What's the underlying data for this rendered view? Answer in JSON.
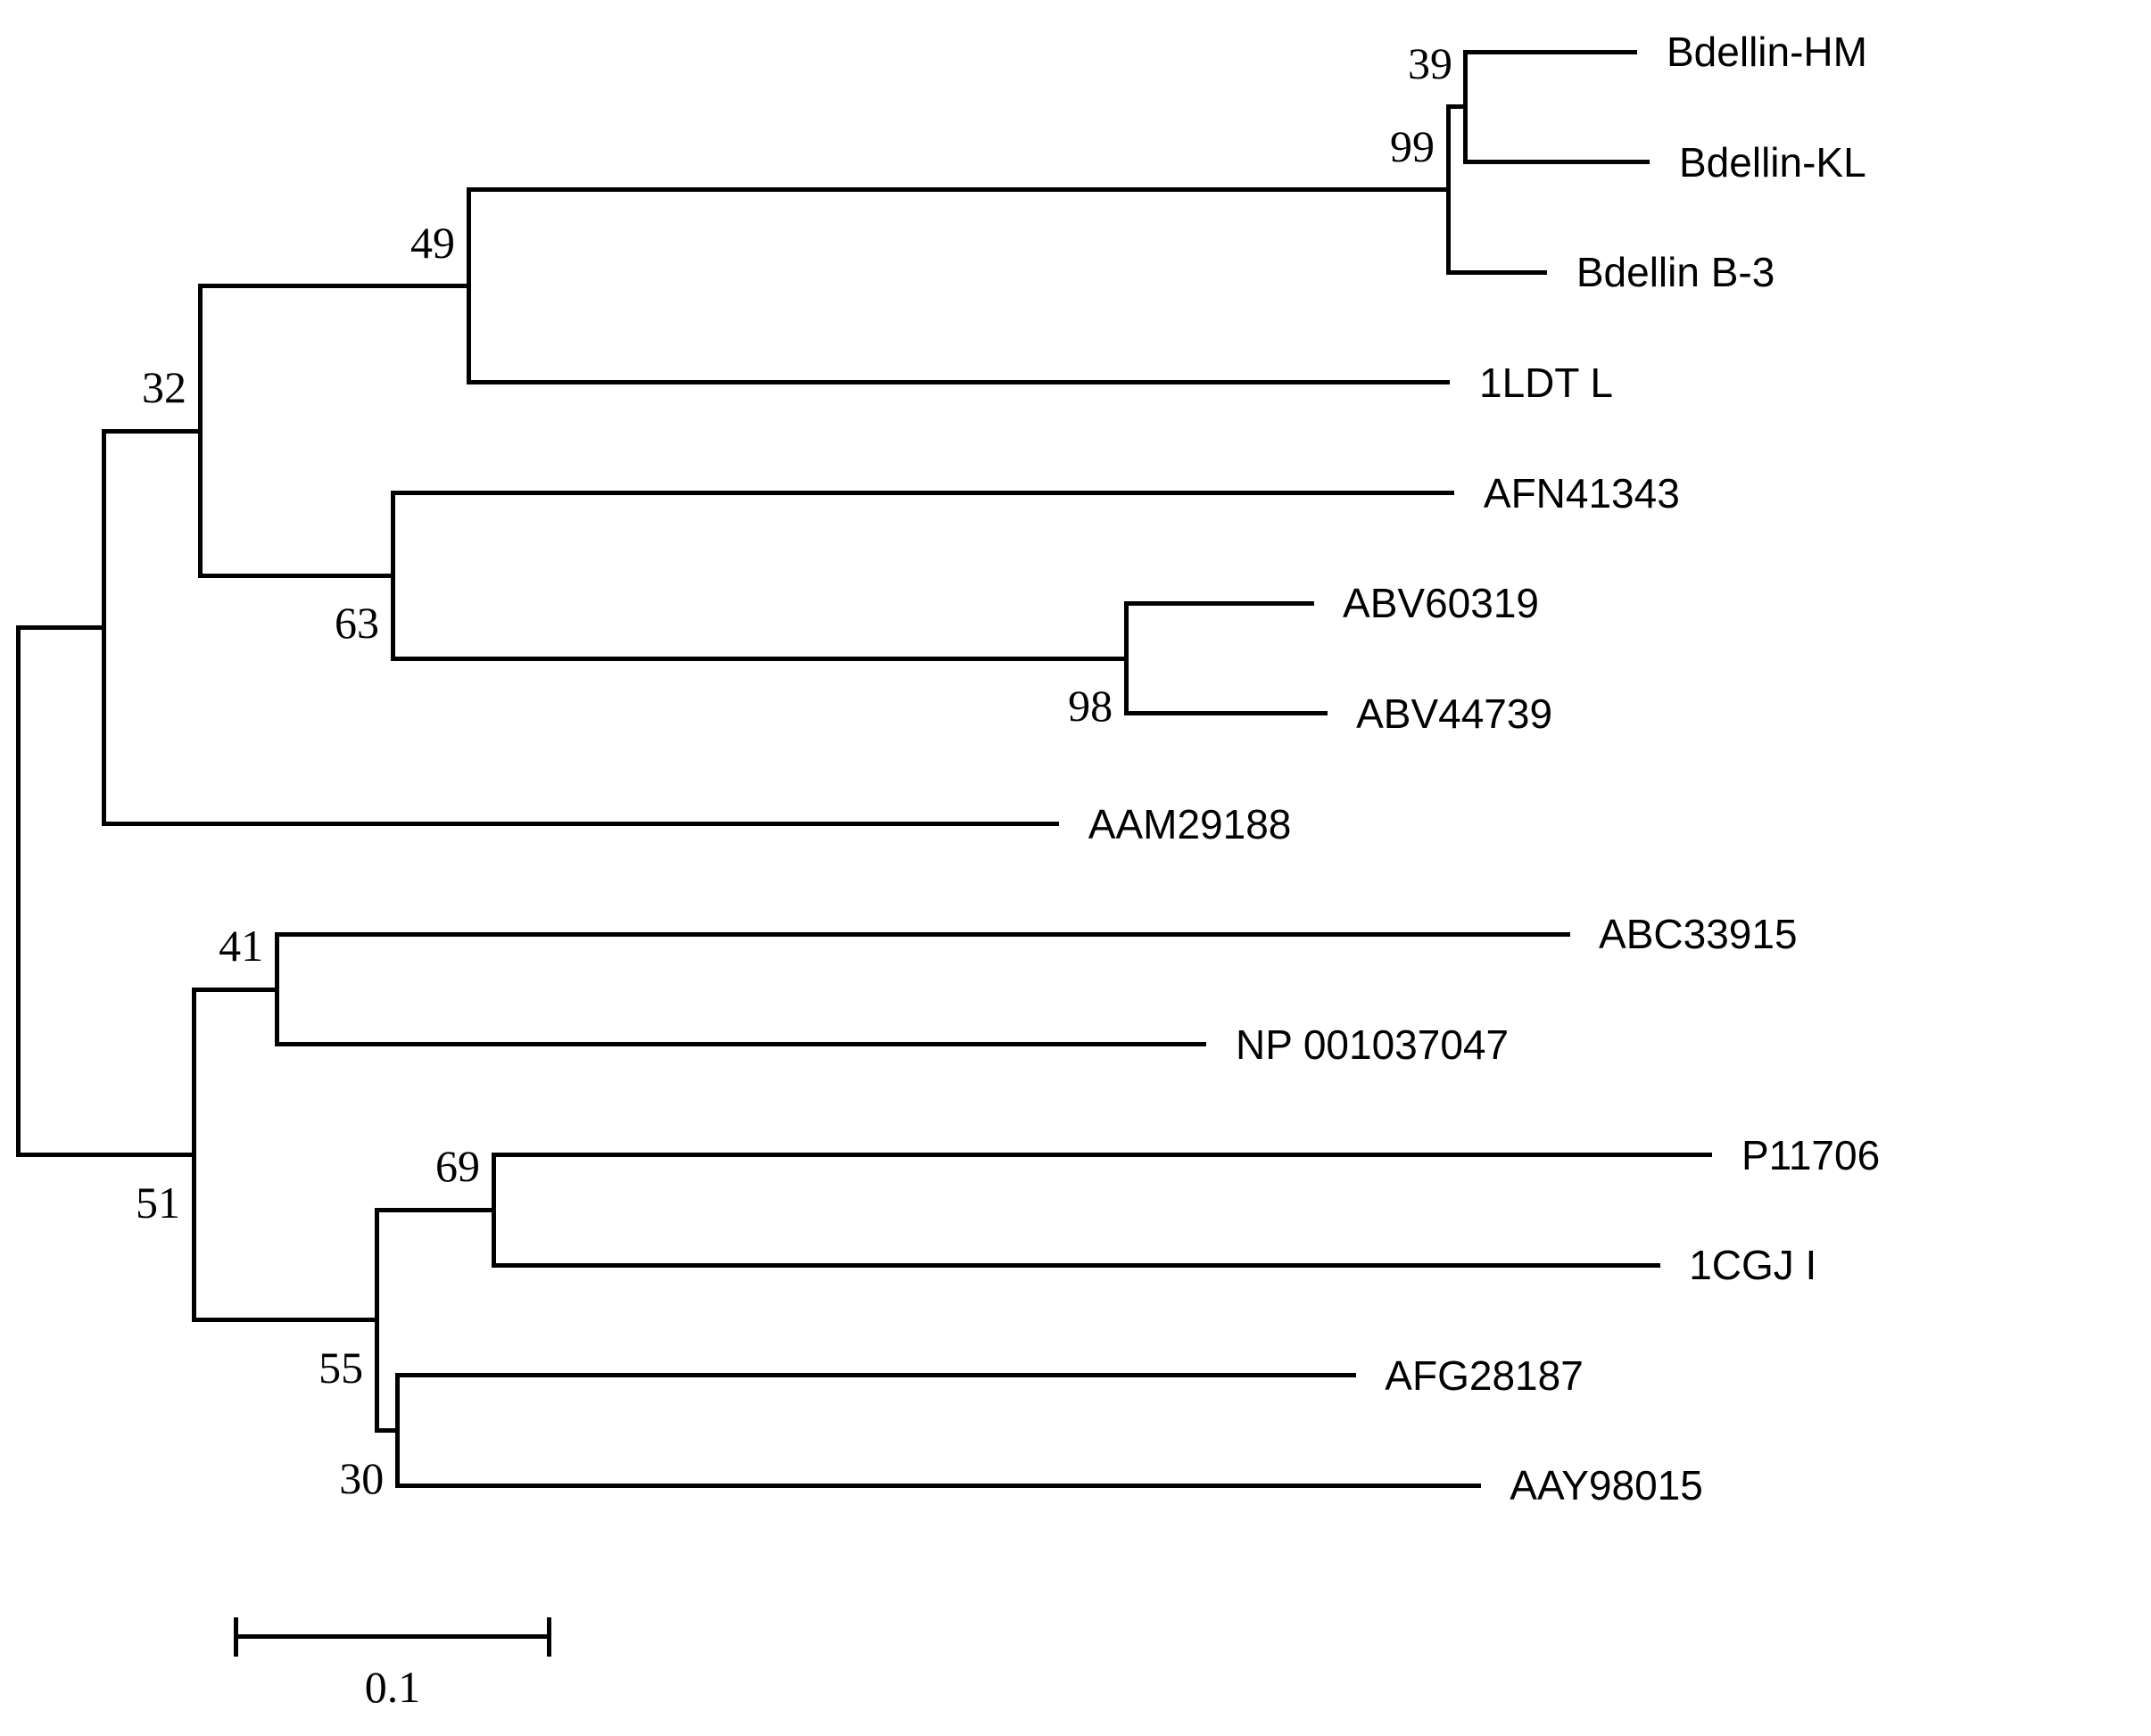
{
  "figure": {
    "background": "#ffffff",
    "line_color": "#000000",
    "description": "Neighbor-joining phylogenetic tree with bootstrap values"
  },
  "tree": {
    "type": "phylogram",
    "root": {
      "children": [
        {
          "len": 0.0277,
          "children": [
            {
              "bootstrap": "32",
              "len": 0.0306,
              "children": [
                {
                  "bootstrap": "49",
                  "len": 0.086,
                  "children": [
                    {
                      "bootstrap": "99",
                      "len": 0.3137,
                      "children": [
                        {
                          "bootstrap": "39",
                          "len": 0.0057,
                          "children": [
                            {
                              "name": "Bdellin-HM",
                              "len": 0.0543
                            },
                            {
                              "name": "Bdellin-KL",
                              "len": 0.0583
                            }
                          ]
                        },
                        {
                          "name": "Bdellin B-3",
                          "len": 0.0311
                        }
                      ]
                    },
                    {
                      "name": "1LDT L",
                      "len": 0.3137
                    }
                  ]
                },
                {
                  "bootstrap": "63",
                  "len": 0.0617,
                  "children": [
                    {
                      "name": "AFN41343",
                      "len": 0.3394
                    },
                    {
                      "bootstrap": "98",
                      "len": 0.2349,
                      "children": [
                        {
                          "name": "ABV60319",
                          "len": 0.0594
                        },
                        {
                          "name": "ABV44739",
                          "len": 0.0637
                        }
                      ]
                    }
                  ]
                }
              ]
            },
            {
              "name": "AAM29188",
              "len": 0.3051
            }
          ]
        },
        {
          "bootstrap": "51",
          "len": 0.0563,
          "children": [
            {
              "bootstrap": "41",
              "len": 0.0266,
              "children": [
                {
                  "name": "ABC33915",
                  "len": 0.4134
                },
                {
                  "name": "NP 001037047",
                  "len": 0.2971
                }
              ]
            },
            {
              "bootstrap": "55",
              "len": 0.0586,
              "children": [
                {
                  "bootstrap": "69",
                  "len": 0.0374,
                  "children": [
                    {
                      "name": "P11706",
                      "len": 0.3897
                    },
                    {
                      "name": "1CGJ I",
                      "len": 0.3729
                    }
                  ]
                },
                {
                  "bootstrap": "30",
                  "len": 0.0066,
                  "children": [
                    {
                      "name": "AFG28187",
                      "len": 0.3063
                    },
                    {
                      "name": "AAY98015",
                      "len": 0.3463
                    }
                  ]
                }
              ]
            }
          ]
        }
      ]
    },
    "scale_bar": {
      "label": "0.1",
      "length_units": 0.1
    }
  }
}
